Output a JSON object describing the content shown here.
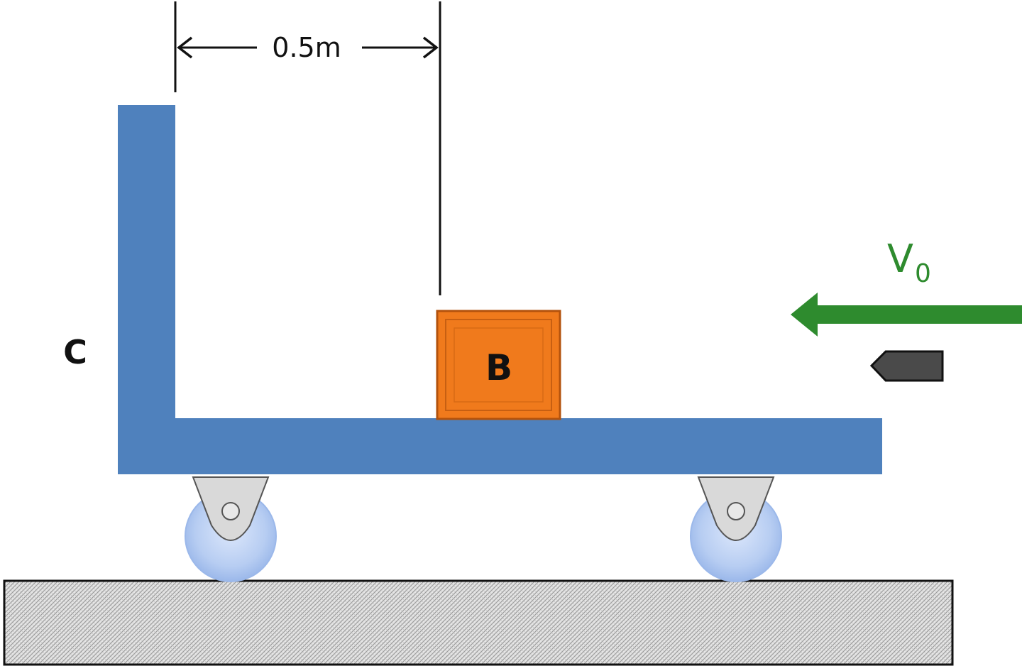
{
  "diagram": {
    "dimension_label": "0.5m",
    "cart_label": "C",
    "block_label": "B",
    "velocity_label": "V",
    "velocity_subscript": "0"
  },
  "colors": {
    "cart": "#4f81bd",
    "block_fill": "#f07a1c",
    "block_edge": "#b3520c",
    "velocity": "#2e8b2e",
    "bullet": "#4a4a4a",
    "wheel": "#b7cdf2",
    "bracket": "#d9d9d9",
    "ground_hatch": "#9a9a9a"
  }
}
